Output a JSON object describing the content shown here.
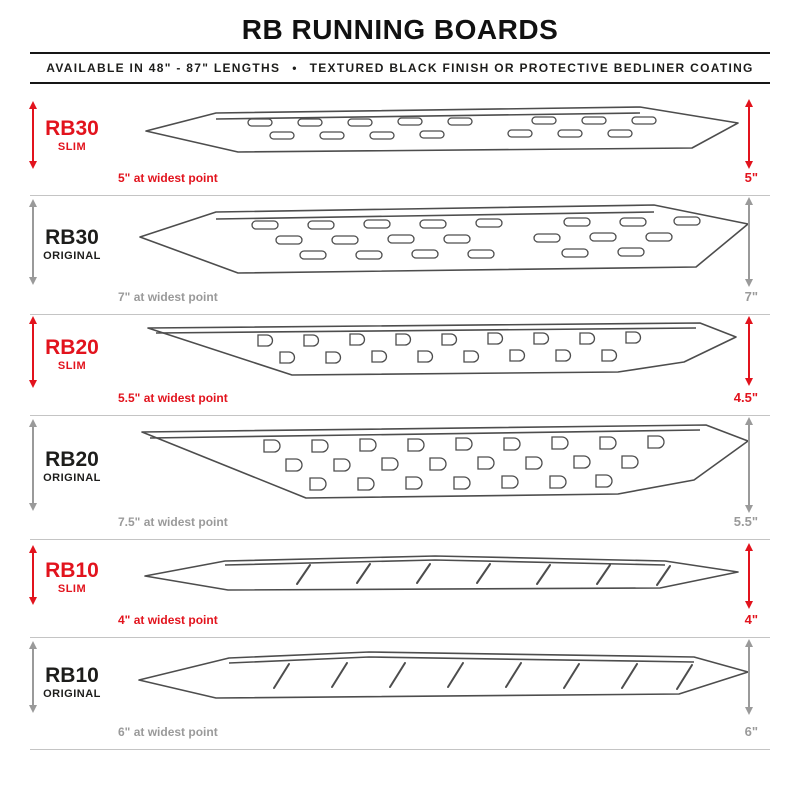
{
  "header": {
    "title": "RB RUNNING BOARDS",
    "subtitle": "AVAILABLE IN 48\" - 87\" LENGTHS  •  TEXTURED BLACK FINISH OR PROTECTIVE BEDLINER COATING"
  },
  "colors": {
    "accent_red": "#e2131d",
    "dimension_gray": "#9a9a9a",
    "line_art": "#4d4d4d",
    "text_dark": "#1d1d1b"
  },
  "rows": [
    {
      "name": "RB30",
      "variant": "SLIM",
      "widest": "5\" at widest point",
      "height": "5\""
    },
    {
      "name": "RB30",
      "variant": "ORIGINAL",
      "widest": "7\" at widest point",
      "height": "7\""
    },
    {
      "name": "RB20",
      "variant": "SLIM",
      "widest": "5.5\" at widest point",
      "height": "4.5\""
    },
    {
      "name": "RB20",
      "variant": "ORIGINAL",
      "widest": "7.5\" at widest point",
      "height": "5.5\""
    },
    {
      "name": "RB10",
      "variant": "SLIM",
      "widest": "4\" at widest point",
      "height": "4\""
    },
    {
      "name": "RB10",
      "variant": "ORIGINAL",
      "widest": "6\" at widest point",
      "height": "6\""
    }
  ]
}
